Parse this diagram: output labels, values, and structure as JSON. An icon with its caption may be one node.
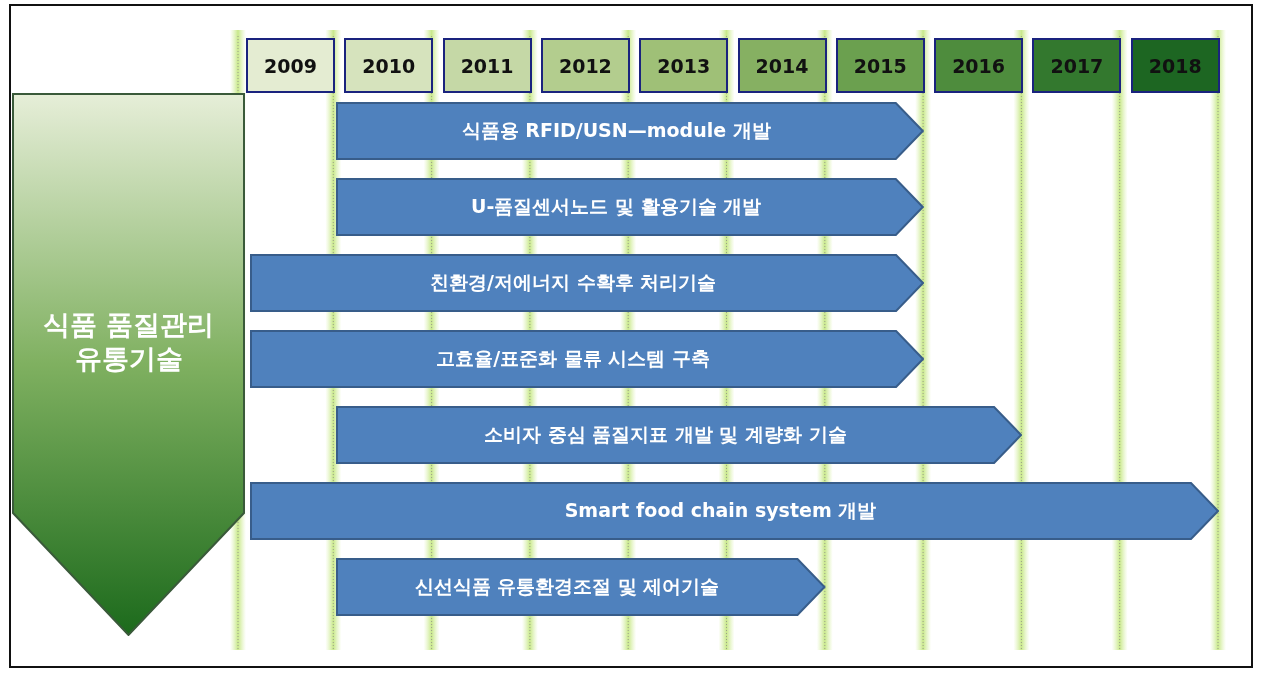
{
  "diagram": {
    "nodes": [
      {
        "text": [
          "2009"
        ]
      },
      {
        "text": [
          "2010"
        ]
      },
      {
        "text": [
          "2011"
        ]
      },
      {
        "text": [
          "2012"
        ]
      },
      {
        "text": [
          "2013"
        ]
      },
      {
        "text": [
          "2014"
        ]
      },
      {
        "text": [
          "2015"
        ]
      },
      {
        "text": [
          "2016"
        ]
      },
      {
        "text": [
          "2017"
        ]
      },
      {
        "text": [
          "2018"
        ]
      },
      {
        "text": [
          "식품 품질관리 유통기술"
        ]
      },
      {
        "text": [
          "식품용 RFID/USN—module 개발"
        ]
      },
      {
        "text": [
          "U-품질센서노드 및 활용기술 개발"
        ]
      },
      {
        "text": [
          "친환경/저에너지 수확후 처리기술"
        ]
      },
      {
        "text": [
          "고효율/표준화 물류 시스템 구축"
        ]
      },
      {
        "text": [
          "소비자 중심 품질지표 개발 및 계량화 기술"
        ]
      },
      {
        "text": [
          "Smart food chain system 개발"
        ]
      },
      {
        "text": [
          "신선식품 유통환경조절 및 제어기술"
        ]
      }
    ],
    "edges": []
  }
}
